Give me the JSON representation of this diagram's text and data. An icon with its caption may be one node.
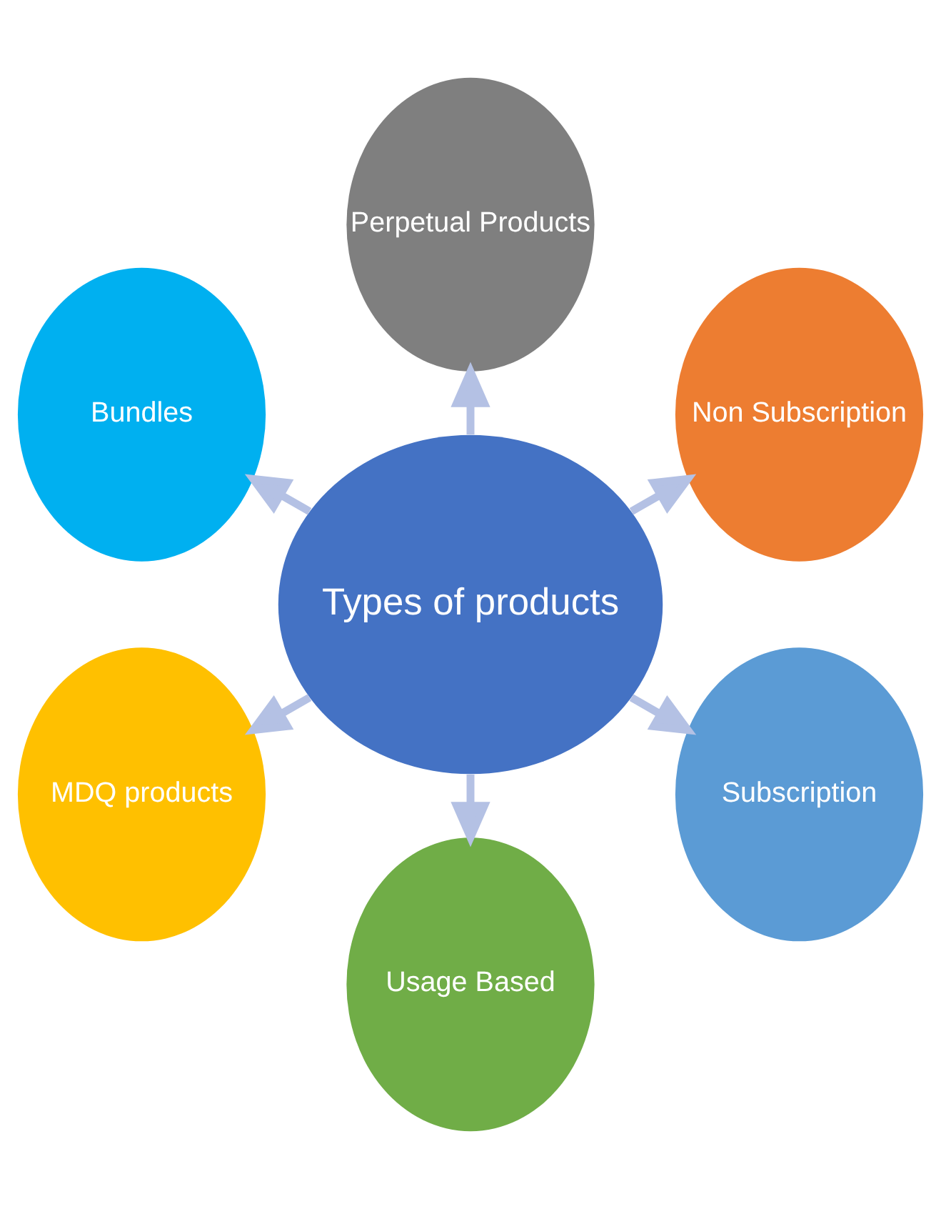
{
  "diagram": {
    "nodes": [
      {
        "text": [
          "Types of products"
        ]
      },
      {
        "text": [
          "Non Subscription"
        ]
      },
      {
        "text": [
          "Subscription"
        ]
      },
      {
        "text": [
          "Usage Based"
        ]
      },
      {
        "text": [
          "MDQ products"
        ]
      },
      {
        "text": [
          "Bundles"
        ]
      },
      {
        "text": [
          "Perpetual Products"
        ]
      }
    ],
    "edges": [
      {
        "from": 0,
        "to": 1,
        "arrow": "to"
      },
      {
        "from": 0,
        "to": 2,
        "arrow": "to"
      },
      {
        "from": 0,
        "to": 3,
        "arrow": "to"
      },
      {
        "from": 0,
        "to": 4,
        "arrow": "to"
      },
      {
        "from": 0,
        "to": 5,
        "arrow": "to"
      },
      {
        "from": 0,
        "to": 6,
        "arrow": "to"
      }
    ]
  }
}
